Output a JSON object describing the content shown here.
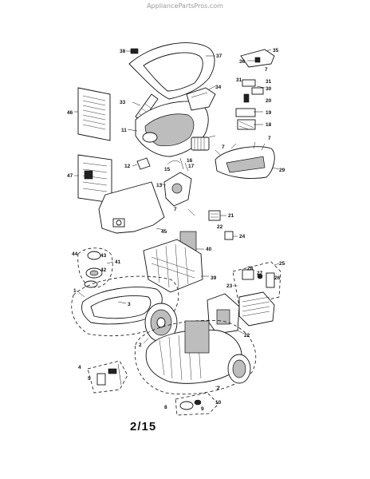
{
  "watermark": "AppliancePartsPros.com",
  "page_number": "2/15",
  "callouts": {
    "c1": "1",
    "c2": "2",
    "c2b": "2",
    "c3": "3",
    "c4": "4",
    "c5": "5",
    "c7a": "7",
    "c7b": "7",
    "c7c": "7",
    "c7d": "7",
    "c8": "8",
    "c9": "9",
    "c10": "10",
    "c11": "11",
    "c12": "12",
    "c13": "13",
    "c15": "15",
    "c16": "16",
    "c17": "17",
    "c18": "18",
    "c19": "19",
    "c20": "20",
    "c21": "21",
    "c22a": "22",
    "c22b": "22",
    "c23": "23",
    "c24": "24",
    "c25": "25",
    "c26": "26",
    "c27": "27",
    "c28": "28",
    "c29": "29",
    "c30": "30",
    "c31a": "31",
    "c31b": "31",
    "c33": "33",
    "c34": "34",
    "c35": "35",
    "c36": "36",
    "c37": "37",
    "c38": "38",
    "c39": "39",
    "c40": "40",
    "c41": "41",
    "c42": "42",
    "c43": "43",
    "c44": "44",
    "c45": "45",
    "c46": "46",
    "c47": "47"
  }
}
